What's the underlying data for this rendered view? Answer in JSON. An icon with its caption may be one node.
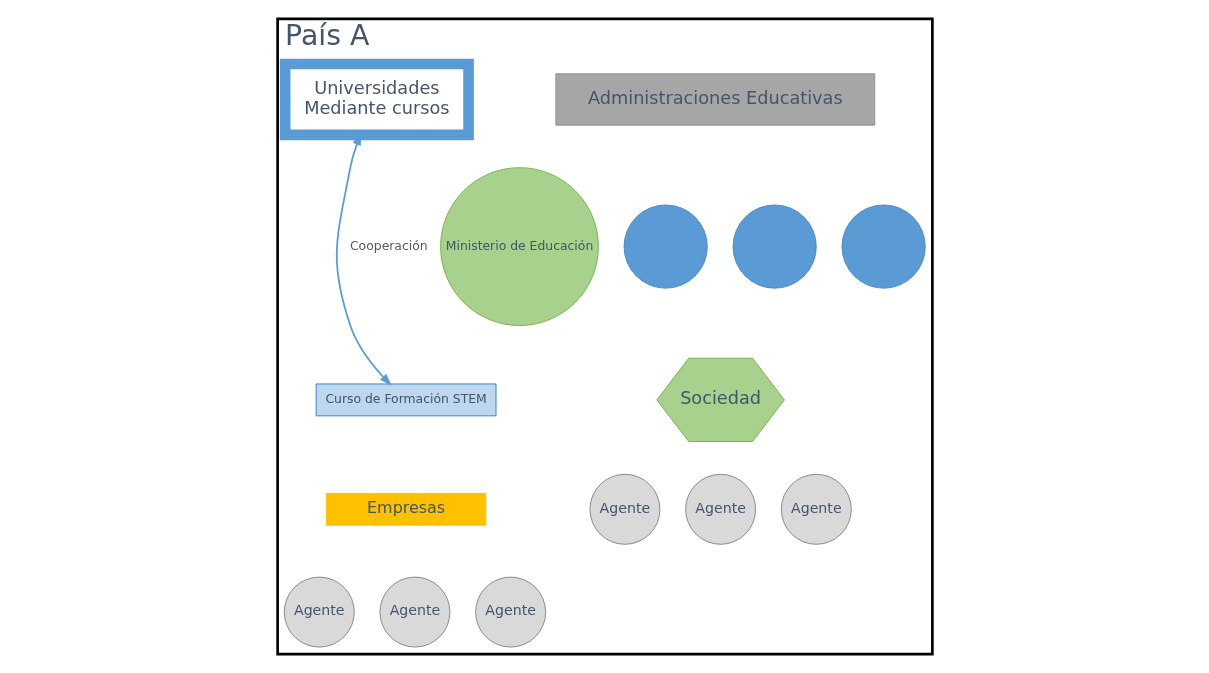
{
  "diagram": {
    "nodes": [
      {
        "text": [
          "País A"
        ]
      },
      {
        "text": [
          "Administraciones Educativas"
        ],
        "in": 0
      },
      {
        "text": [],
        "shape": "circle",
        "in": 0
      },
      {
        "text": [],
        "shape": "circle",
        "in": 0
      },
      {
        "text": [],
        "shape": "circle",
        "in": 0
      },
      {
        "text": [
          "Ministerio de Educación"
        ],
        "in": 0
      },
      {
        "text": [
          "Curso de Formación STEM"
        ],
        "in": 0
      },
      {
        "text": [
          "Universidades",
          "Mediante cursos"
        ],
        "in": 0
      },
      {
        "text": [
          "Sociedad"
        ],
        "in": 0
      },
      {
        "text": [
          "Agente"
        ],
        "in": 0
      },
      {
        "text": [
          "Agente"
        ],
        "in": 0
      },
      {
        "text": [
          "Agente"
        ],
        "in": 0
      },
      {
        "text": [
          "Empresas"
        ],
        "in": 0
      },
      {
        "text": [
          "Agente"
        ],
        "in": 0
      },
      {
        "text": [
          "Agente"
        ],
        "in": 0
      },
      {
        "text": [
          "Agente"
        ],
        "in": 0
      }
    ],
    "edges": [
      {
        "from": 6,
        "to": 7,
        "arrow": "both",
        "label": "Cooperación",
        "color": "#5b9bd5"
      }
    ]
  }
}
